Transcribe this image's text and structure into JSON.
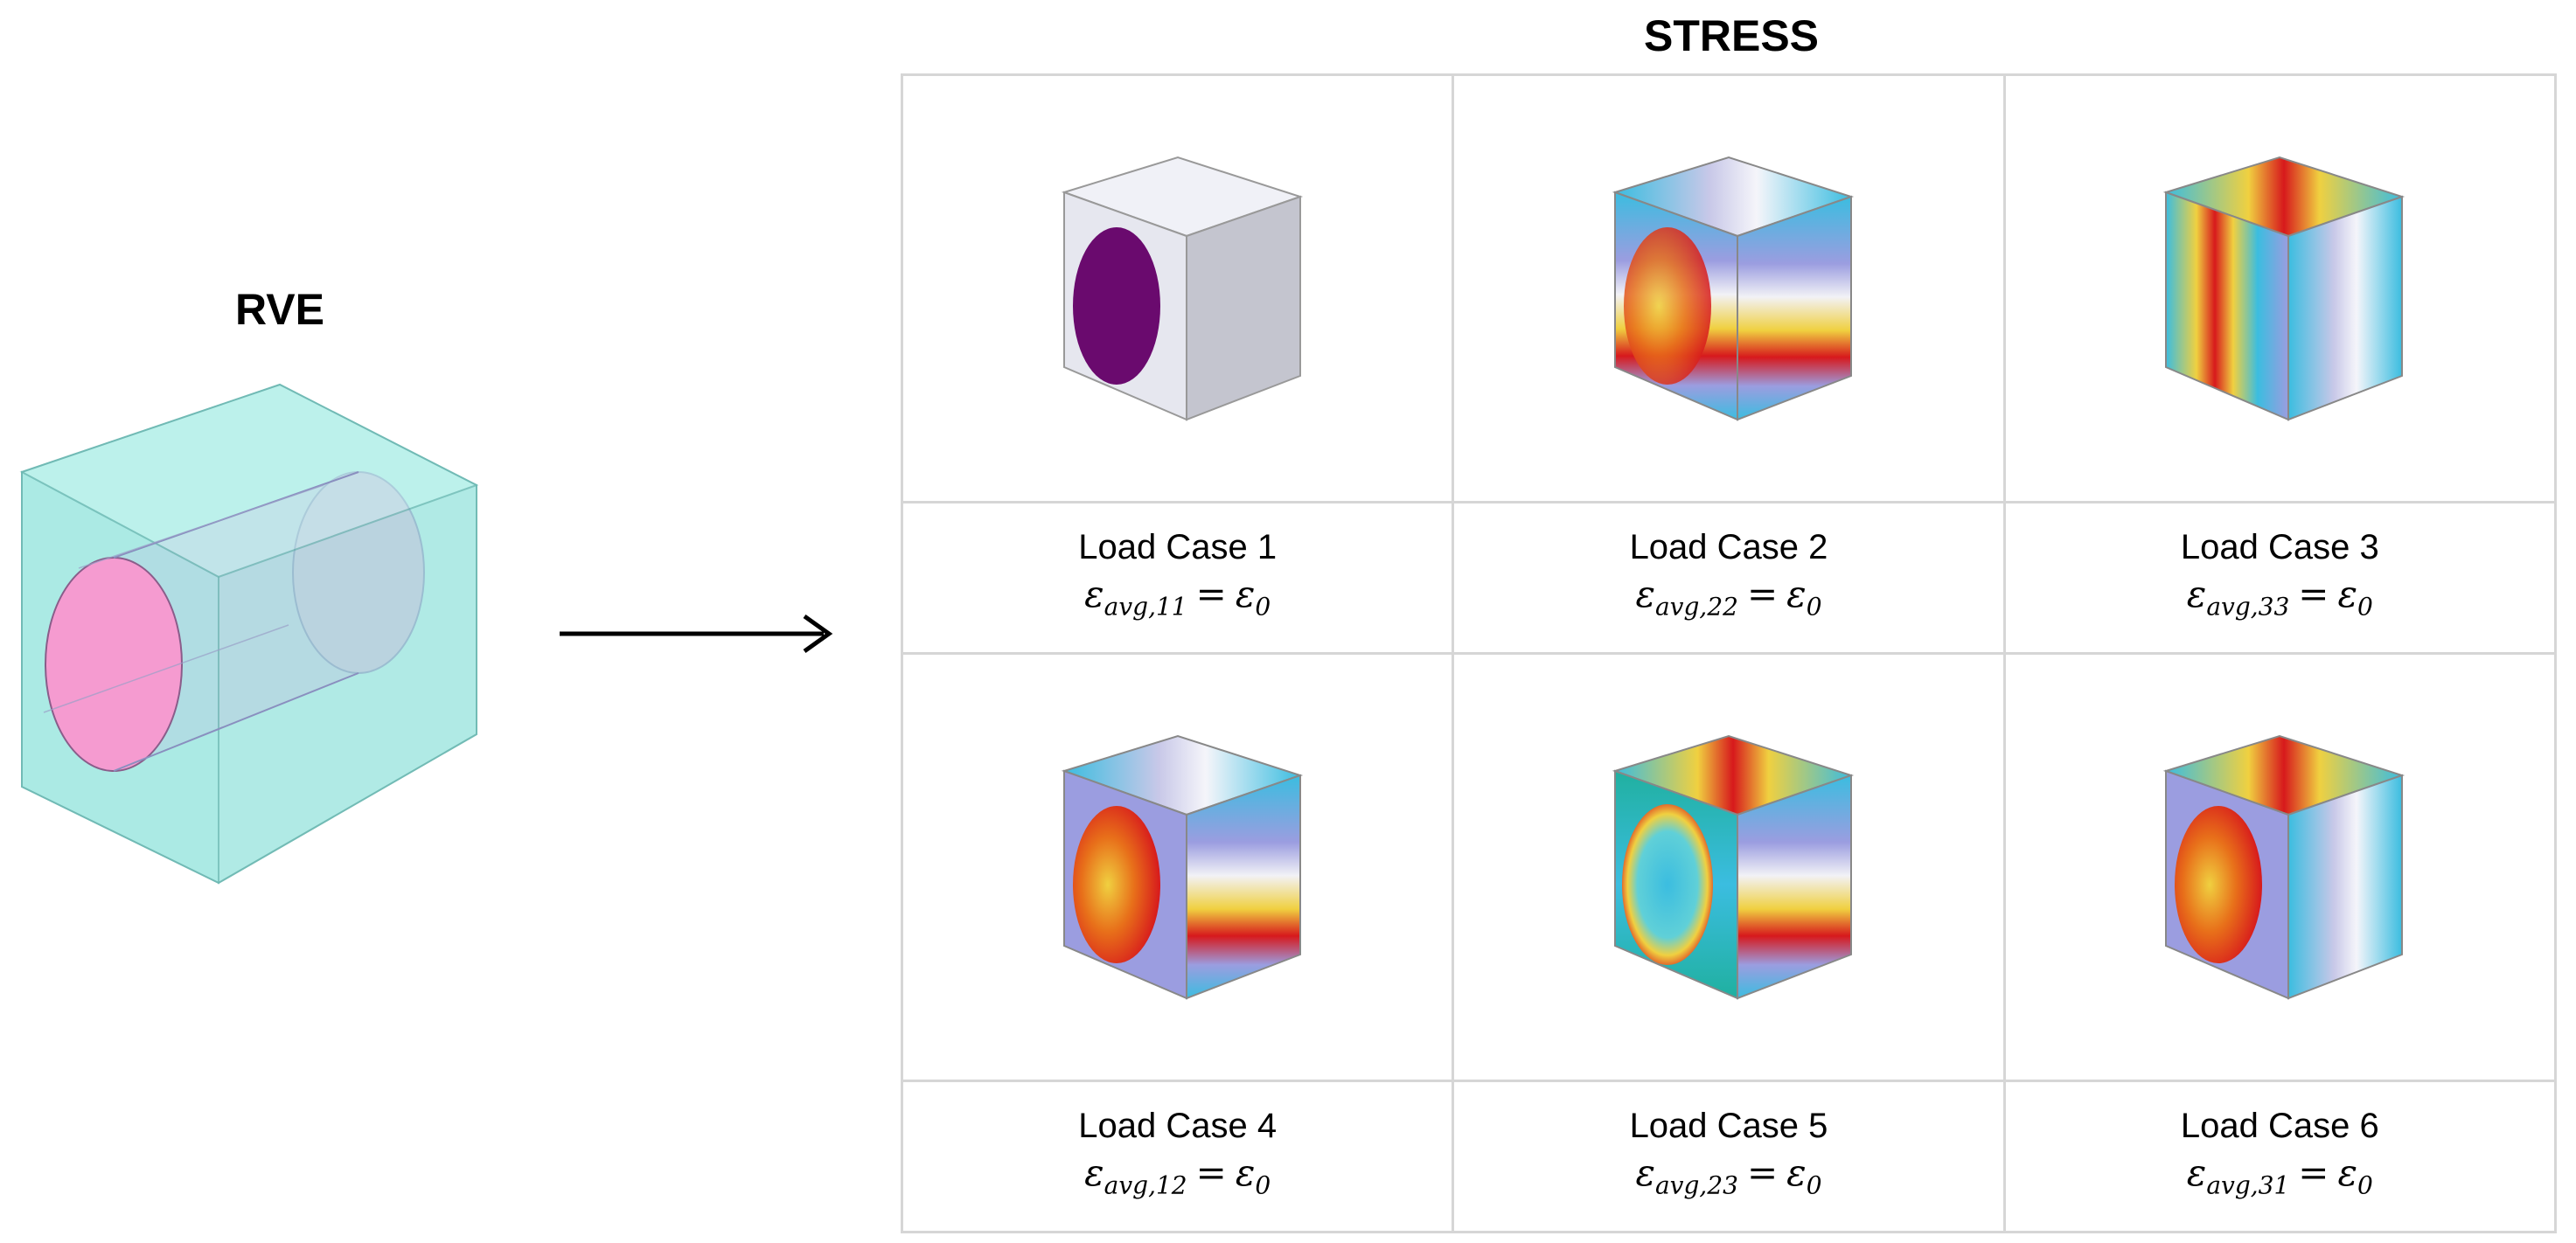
{
  "titles": {
    "rve": "RVE",
    "stress": "STRESS"
  },
  "load_cases": [
    {
      "label": "Load Case 1",
      "eps_symbol": "ε",
      "subscript": "avg,11",
      "relation": "=",
      "rhs_symbol": "ε",
      "rhs_subscript": "0"
    },
    {
      "label": "Load Case 2",
      "eps_symbol": "ε",
      "subscript": "avg,22",
      "relation": "=",
      "rhs_symbol": "ε",
      "rhs_subscript": "0"
    },
    {
      "label": "Load Case 3",
      "eps_symbol": "ε",
      "subscript": "avg,33",
      "relation": "=",
      "rhs_symbol": "ε",
      "rhs_subscript": "0"
    },
    {
      "label": "Load Case 4",
      "eps_symbol": "ε",
      "subscript": "avg,12",
      "relation": "=",
      "rhs_symbol": "ε",
      "rhs_subscript": "0"
    },
    {
      "label": "Load Case 5",
      "eps_symbol": "ε",
      "subscript": "avg,23",
      "relation": "=",
      "rhs_symbol": "ε",
      "rhs_subscript": "0"
    },
    {
      "label": "Load Case 6",
      "eps_symbol": "ε",
      "subscript": "avg,31",
      "relation": "=",
      "rhs_symbol": "ε",
      "rhs_subscript": "0"
    }
  ],
  "colors": {
    "rve_box": "#a8ece6",
    "rve_fiber": "#f59bd0",
    "unstressed_face": "#eceef5",
    "fiber_dark": "#6a0a6e"
  }
}
